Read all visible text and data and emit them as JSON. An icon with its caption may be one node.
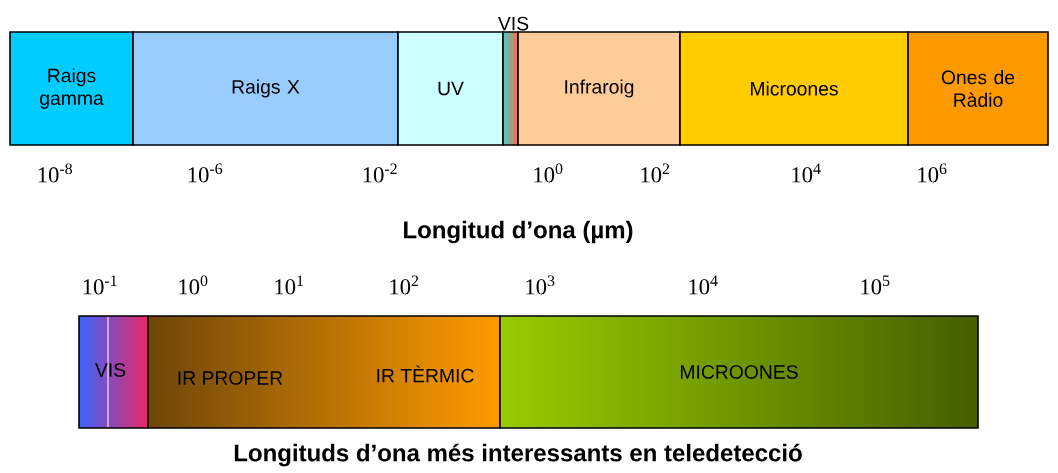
{
  "diagram": {
    "nodes": [
      {
        "text": [
          "Raigs gamma"
        ]
      },
      {
        "text": [
          "Raigs X"
        ]
      },
      {
        "text": [
          "UV"
        ]
      },
      {
        "text": [
          "VIS"
        ]
      },
      {
        "text": [
          "Infraroig"
        ]
      },
      {
        "text": [
          "Microones"
        ]
      },
      {
        "text": [
          "Ones de Ràdio"
        ]
      },
      {
        "text": [
          "VIS"
        ]
      },
      {
        "text": [
          "IR PROPER",
          "IR TÈRMIC"
        ]
      },
      {
        "text": [
          "MICROONES"
        ]
      }
    ],
    "labels": [
      "10$^{-8}$",
      "10$^{-6}$",
      "10$^{-2}$",
      "10$^{0}$",
      "10$^{2}$",
      "10$^{4}$",
      "10$^{6}$",
      "Longitud d’ona (µm)",
      "10$^{-1}$",
      "10$^{0}$",
      "10$^{1}$",
      "10$^{2}$",
      "10$^{3}$",
      "10$^{4}$",
      "10$^{5}$",
      "Longituds d’ona més interessants en teledetecció"
    ]
  }
}
